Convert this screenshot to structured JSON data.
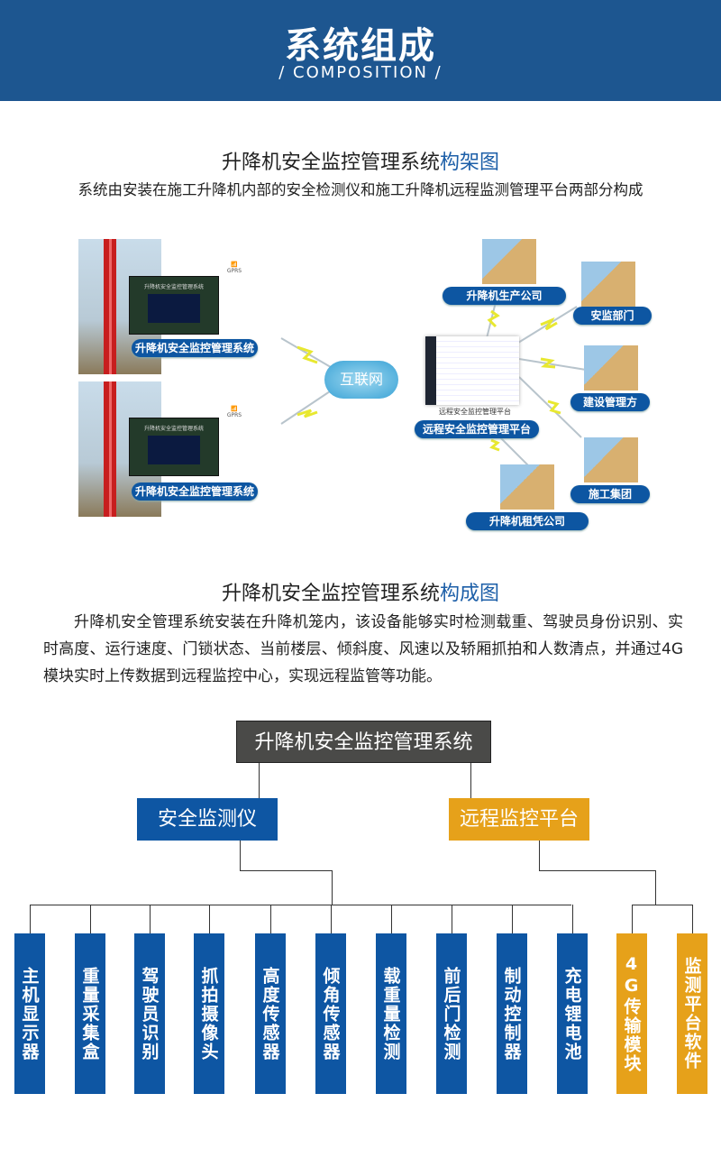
{
  "header": {
    "title": "系统组成",
    "subtitle": "/ COMPOSITION /"
  },
  "section1": {
    "title_main": "升降机安全监控管理系统",
    "title_highlight": "构架图",
    "description": "系统由安装在施工升降机内部的安全检测仪和施工升降机远程监测管理平台两部分构成"
  },
  "architecture": {
    "devices": [
      {
        "label": "升降机安全监控管理系统",
        "panel_title": "升降机安全监控管理系统",
        "antenna_label": "GPRS"
      },
      {
        "label": "升降机安全监控管理系统",
        "panel_title": "升降机安全监控管理系统",
        "antenna_label": "GPRS"
      }
    ],
    "cloud_label": "互联网",
    "platform": {
      "caption": "远程安全监控管理平台",
      "label": "远程安全监控管理平台"
    },
    "clients": [
      "升降机生产公司",
      "安监部门",
      "建设管理方",
      "施工集团",
      "升降机租凭公司"
    ]
  },
  "section2": {
    "title_main": "升降机安全监控管理系统",
    "title_highlight": "构成图",
    "paragraph": "升降机安全管理系统安装在升降机笼内，该设备能够实时检测载重、驾驶员身份识别、实时高度、运行速度、门锁状态、当前楼层、倾斜度、风速以及轿厢抓拍和人数清点，并通过4G模块实时上传数据到远程监控中心，实现远程监管等功能。"
  },
  "tree": {
    "root": "升降机安全监控管理系统",
    "left": {
      "label": "安全监测仪",
      "color": "#0e56a3",
      "children": [
        "主机显示器",
        "重量采集盒",
        "驾驶员识别",
        "抓拍摄像头",
        "高度传感器",
        "倾角传感器",
        "载重量检测",
        "前后门检测",
        "制动控制器",
        "充电锂电池"
      ]
    },
    "right": {
      "label": "远程监控平台",
      "color": "#e6a11a",
      "children": [
        "4G传输模块",
        "监测平台软件"
      ]
    }
  }
}
